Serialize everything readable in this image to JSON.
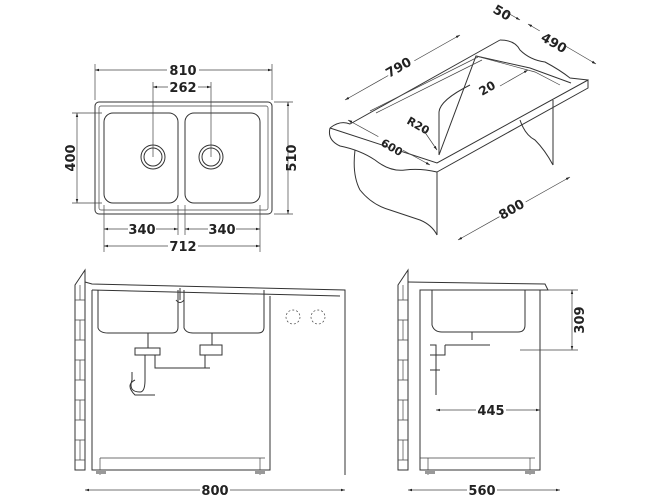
{
  "top_view": {
    "width_overall": "810",
    "drain_spacing": "262",
    "bowl_depth": "400",
    "depth_overall": "510",
    "bowl_left_width": "340",
    "bowl_right_width": "340",
    "bowls_total_width": "712"
  },
  "cutout_view": {
    "edge_offset": "50",
    "cutout_depth": "490",
    "cutout_width": "790",
    "inset": "20",
    "corner_radius": "R20",
    "counter_depth": "600",
    "cabinet_width": "800"
  },
  "front_view": {
    "cabinet_width": "800"
  },
  "side_view": {
    "sink_depth": "309",
    "drain_offset": "445",
    "cabinet_depth": "560"
  }
}
